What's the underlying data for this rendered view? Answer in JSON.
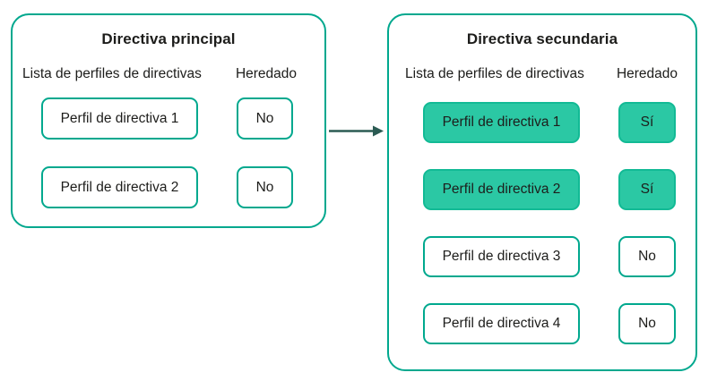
{
  "colors": {
    "background": "#FFFFFF",
    "accent": "#00A88E",
    "highlight_fill": "#2BC8A4",
    "highlight_border": "#12BA95",
    "arrow": "#2B5B53",
    "text": "#1D1D1B"
  },
  "arrow": {
    "icon": "arrow-right"
  },
  "panels": [
    {
      "title": "Directiva principal",
      "col_profiles": "Lista de perfiles de directivas",
      "col_inherited": "Heredado",
      "rows": [
        {
          "profile": "Perfil de directiva 1",
          "inherited": "No",
          "highlighted": false
        },
        {
          "profile": "Perfil de directiva 2",
          "inherited": "No",
          "highlighted": false
        }
      ]
    },
    {
      "title": "Directiva secundaria",
      "col_profiles": "Lista de perfiles de directivas",
      "col_inherited": "Heredado",
      "rows": [
        {
          "profile": "Perfil de directiva 1",
          "inherited": "Sí",
          "highlighted": true
        },
        {
          "profile": "Perfil de directiva 2",
          "inherited": "Sí",
          "highlighted": true
        },
        {
          "profile": "Perfil de directiva 3",
          "inherited": "No",
          "highlighted": false
        },
        {
          "profile": "Perfil de directiva 4",
          "inherited": "No",
          "highlighted": false
        }
      ]
    }
  ]
}
